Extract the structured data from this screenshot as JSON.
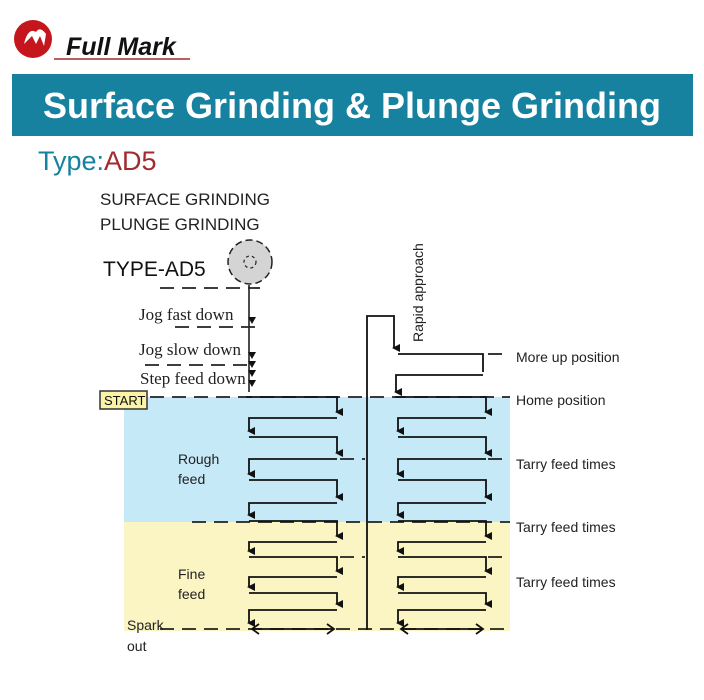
{
  "logo": {
    "text": "Full Mark"
  },
  "header": {
    "title": "Surface Grinding & Plunge Grinding"
  },
  "type_label": {
    "prefix": "Type:",
    "model": "AD5"
  },
  "diagram": {
    "heading_line1": "SURFACE GRINDING",
    "heading_line2": "PLUNGE GRINDING",
    "type_name": "TYPE-AD5",
    "steps": [
      "Jog fast down",
      "Jog slow down",
      "Step feed down"
    ],
    "start": "START",
    "rough_feed": [
      "Rough",
      "feed"
    ],
    "fine_feed": [
      "Fine",
      "feed"
    ],
    "spark_out": [
      "Spark",
      "out"
    ],
    "rapid_approach": "Rapid approach",
    "positions": [
      "More up position",
      "Home position",
      "Tarry feed times",
      "Tarry feed times",
      "Tarry feed times"
    ]
  },
  "colors": {
    "teal": "#16829f",
    "red": "#a32a2e",
    "rough_zone": "#c6e9f8",
    "fine_zone": "#fbf5c4",
    "start_box": "#fbf3a6"
  }
}
